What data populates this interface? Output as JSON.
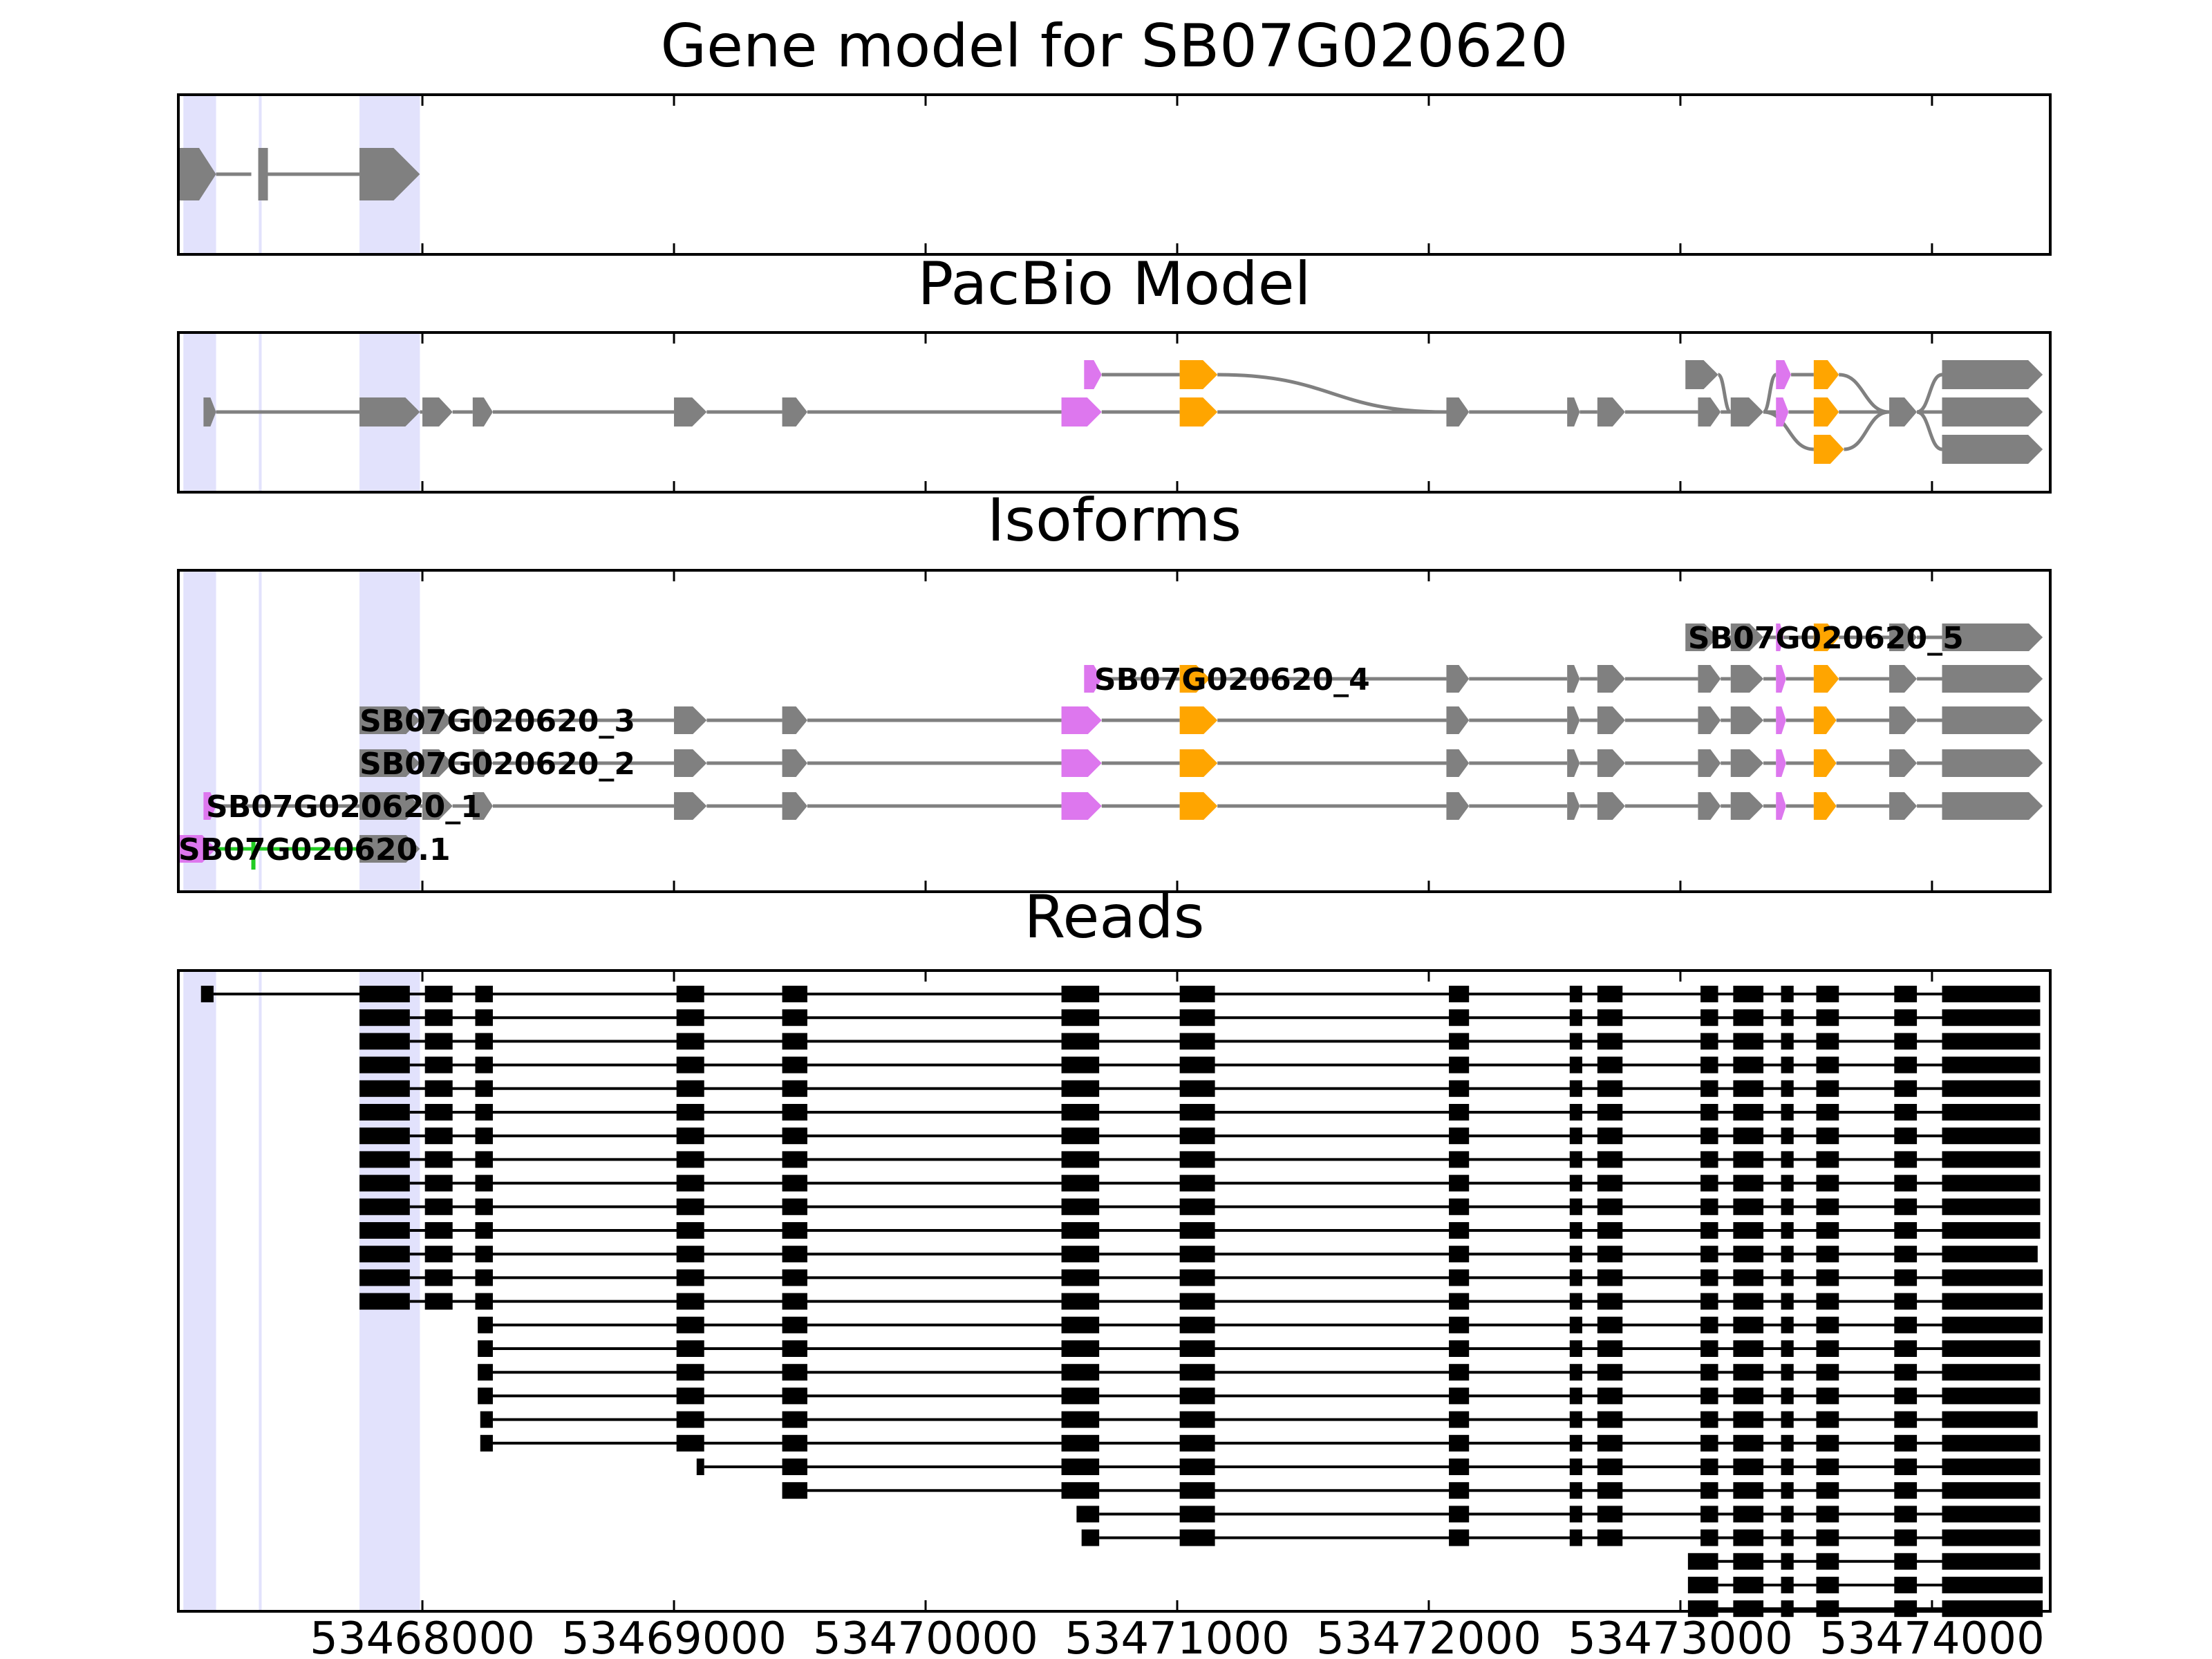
{
  "chart_data": {
    "type": "gene-structure",
    "x_axis": {
      "range": [
        53467030,
        53474470
      ],
      "ticks": [
        53468000,
        53469000,
        53470000,
        53471000,
        53472000,
        53473000,
        53474000
      ],
      "tick_labels": [
        "53468000",
        "53469000",
        "53470000",
        "53471000",
        "53472000",
        "53473000",
        "53474000"
      ]
    },
    "colors": {
      "exon": "#808080",
      "intron": "#808080",
      "alt_exon_pink": "#dd77ee",
      "alt_exon_orange": "#ffa500",
      "highlight": "#e2e2fc",
      "read": "#000000",
      "green": "#22cc22"
    },
    "highlights": [
      [
        53467050,
        53467180
      ],
      [
        53467350,
        53467360
      ],
      [
        53467750,
        53467990
      ]
    ],
    "panels": {
      "gene_model": {
        "title": "Gene model for SB07G020620",
        "exons": [
          [
            53467030,
            53467180
          ],
          [
            53467320,
            53467360
          ],
          [
            53467750,
            53467990
          ]
        ]
      },
      "pacbio": {
        "title": "PacBio Model",
        "exons": [
          {
            "s": 53467130,
            "e": 53467180,
            "row": 0
          },
          {
            "s": 53467750,
            "e": 53467990,
            "row": 0
          },
          {
            "s": 53468000,
            "e": 53468120,
            "row": 0
          },
          {
            "s": 53468200,
            "e": 53468280,
            "row": 0
          },
          {
            "s": 53469000,
            "e": 53469130,
            "row": 0
          },
          {
            "s": 53469430,
            "e": 53469530,
            "row": 0
          },
          {
            "s": 53470540,
            "e": 53470700,
            "row": 0,
            "c": "p"
          },
          {
            "s": 53470630,
            "e": 53470700,
            "row": -1,
            "c": "p"
          },
          {
            "s": 53471010,
            "e": 53471160,
            "row": -1,
            "c": "o"
          },
          {
            "s": 53471010,
            "e": 53471160,
            "row": 0,
            "c": "o"
          },
          {
            "s": 53472070,
            "e": 53472160,
            "row": 0
          },
          {
            "s": 53472550,
            "e": 53472600,
            "row": 0
          },
          {
            "s": 53472670,
            "e": 53472780,
            "row": 0
          },
          {
            "s": 53473020,
            "e": 53473150,
            "row": -1
          },
          {
            "s": 53473070,
            "e": 53473160,
            "row": 0
          },
          {
            "s": 53473200,
            "e": 53473330,
            "row": 0
          },
          {
            "s": 53473380,
            "e": 53473440,
            "row": -1,
            "c": "p"
          },
          {
            "s": 53473380,
            "e": 53473430,
            "row": 0,
            "c": "p"
          },
          {
            "s": 53473530,
            "e": 53473630,
            "row": -1,
            "c": "o"
          },
          {
            "s": 53473530,
            "e": 53473630,
            "row": 0,
            "c": "o"
          },
          {
            "s": 53473530,
            "e": 53473650,
            "row": 1,
            "c": "o"
          },
          {
            "s": 53473830,
            "e": 53473940,
            "row": 0
          },
          {
            "s": 53474040,
            "e": 53474440,
            "row": -1
          },
          {
            "s": 53474040,
            "e": 53474440,
            "row": 0
          },
          {
            "s": 53474040,
            "e": 53474440,
            "row": 1
          }
        ],
        "links": [
          [
            53467180,
            0,
            53467750,
            0
          ],
          [
            53467990,
            0,
            53468000,
            0
          ],
          [
            53468120,
            0,
            53468200,
            0
          ],
          [
            53468280,
            0,
            53469000,
            0
          ],
          [
            53469130,
            0,
            53469430,
            0
          ],
          [
            53469530,
            0,
            53470540,
            0
          ],
          [
            53470700,
            -1,
            53471010,
            -1
          ],
          [
            53470700,
            0,
            53471010,
            0
          ],
          [
            53471160,
            -1,
            53472070,
            0
          ],
          [
            53471160,
            0,
            53472070,
            0
          ],
          [
            53472160,
            0,
            53472550,
            0
          ],
          [
            53472600,
            0,
            53472670,
            0
          ],
          [
            53472780,
            0,
            53473070,
            0
          ],
          [
            53473150,
            -1,
            53473200,
            0
          ],
          [
            53473160,
            0,
            53473200,
            0
          ],
          [
            53473330,
            0,
            53473380,
            -1
          ],
          [
            53473330,
            0,
            53473380,
            0
          ],
          [
            53473330,
            0,
            53473530,
            1
          ],
          [
            53473440,
            -1,
            53473530,
            -1
          ],
          [
            53473430,
            0,
            53473530,
            0
          ],
          [
            53473630,
            -1,
            53473830,
            0
          ],
          [
            53473630,
            0,
            53473830,
            0
          ],
          [
            53473650,
            1,
            53473830,
            0
          ],
          [
            53473940,
            0,
            53474040,
            -1
          ],
          [
            53473940,
            0,
            53474040,
            0
          ],
          [
            53473940,
            0,
            53474040,
            1
          ]
        ]
      },
      "isoforms": {
        "title": "Isoforms",
        "labels": [
          "SB07G020620_5",
          "SB07G020620_4",
          "SB07G020620_3",
          "SB07G020620_2",
          "SB07G020620_1",
          "SB07G020620.1"
        ],
        "label_x": [
          53473030,
          53470670,
          53467750,
          53467750,
          53467140,
          53467030
        ],
        "tracks": [
          {
            "introns": "#808080",
            "exons": [
              [
                53473020,
                53473150,
                "g"
              ],
              [
                53473200,
                53473330,
                "g"
              ],
              [
                53473380,
                53473410,
                "p"
              ],
              [
                53473530,
                53473630,
                "o"
              ],
              [
                53473830,
                53473940,
                "g"
              ],
              [
                53474040,
                53474440,
                "g"
              ]
            ]
          },
          {
            "introns": "#808080",
            "exons": [
              [
                53470630,
                53470700,
                "p"
              ],
              [
                53471010,
                53471130,
                "o"
              ],
              [
                53472070,
                53472160,
                "g"
              ],
              [
                53472550,
                53472600,
                "g"
              ],
              [
                53472670,
                53472780,
                "g"
              ],
              [
                53473070,
                53473160,
                "g"
              ],
              [
                53473200,
                53473330,
                "g"
              ],
              [
                53473380,
                53473420,
                "p"
              ],
              [
                53473530,
                53473630,
                "o"
              ],
              [
                53473830,
                53473940,
                "g"
              ],
              [
                53474040,
                53474440,
                "g"
              ]
            ]
          },
          {
            "introns": "#808080",
            "exons": [
              [
                53467750,
                53467990,
                "g"
              ],
              [
                53468000,
                53468120,
                "g"
              ],
              [
                53468200,
                53468280,
                "g"
              ],
              [
                53469000,
                53469130,
                "g"
              ],
              [
                53469430,
                53469530,
                "g"
              ],
              [
                53470540,
                53470700,
                "p"
              ],
              [
                53471010,
                53471160,
                "o"
              ],
              [
                53472070,
                53472160,
                "g"
              ],
              [
                53472550,
                53472600,
                "g"
              ],
              [
                53472670,
                53472780,
                "g"
              ],
              [
                53473070,
                53473160,
                "g"
              ],
              [
                53473200,
                53473330,
                "g"
              ],
              [
                53473380,
                53473420,
                "p"
              ],
              [
                53473530,
                53473620,
                "o"
              ],
              [
                53473830,
                53473940,
                "g"
              ],
              [
                53474040,
                53474440,
                "g"
              ]
            ]
          },
          {
            "introns": "#808080",
            "exons": [
              [
                53467750,
                53467990,
                "g"
              ],
              [
                53468000,
                53468120,
                "g"
              ],
              [
                53468200,
                53468280,
                "g"
              ],
              [
                53469000,
                53469130,
                "g"
              ],
              [
                53469430,
                53469530,
                "g"
              ],
              [
                53470540,
                53470700,
                "p"
              ],
              [
                53471010,
                53471160,
                "o"
              ],
              [
                53472070,
                53472160,
                "g"
              ],
              [
                53472550,
                53472600,
                "g"
              ],
              [
                53472670,
                53472780,
                "g"
              ],
              [
                53473070,
                53473160,
                "g"
              ],
              [
                53473200,
                53473330,
                "g"
              ],
              [
                53473380,
                53473420,
                "p"
              ],
              [
                53473530,
                53473620,
                "o"
              ],
              [
                53473830,
                53473940,
                "g"
              ],
              [
                53474040,
                53474440,
                "g"
              ]
            ]
          },
          {
            "introns": "#808080",
            "exons": [
              [
                53467130,
                53467180,
                "p"
              ],
              [
                53467750,
                53467990,
                "g"
              ],
              [
                53468000,
                53468120,
                "g"
              ],
              [
                53468200,
                53468280,
                "g"
              ],
              [
                53469000,
                53469130,
                "g"
              ],
              [
                53469430,
                53469530,
                "g"
              ],
              [
                53470540,
                53470700,
                "p"
              ],
              [
                53471010,
                53471160,
                "o"
              ],
              [
                53472070,
                53472160,
                "g"
              ],
              [
                53472550,
                53472600,
                "g"
              ],
              [
                53472670,
                53472780,
                "g"
              ],
              [
                53473070,
                53473160,
                "g"
              ],
              [
                53473200,
                53473330,
                "g"
              ],
              [
                53473380,
                53473420,
                "p"
              ],
              [
                53473530,
                53473620,
                "o"
              ],
              [
                53473830,
                53473940,
                "g"
              ],
              [
                53474040,
                53474440,
                "g"
              ]
            ]
          },
          {
            "introns": "#22cc22",
            "exons": [
              [
                53467030,
                53467180,
                "p"
              ],
              [
                53467320,
                53467350,
                "n"
              ],
              [
                53467750,
                53467990,
                "g"
              ]
            ]
          }
        ]
      },
      "reads": {
        "title": "Reads",
        "exon_set": [
          [
            53467120,
            53467170
          ],
          [
            53467750,
            53467950
          ],
          [
            53468010,
            53468120
          ],
          [
            53468210,
            53468280
          ],
          [
            53469010,
            53469120
          ],
          [
            53469430,
            53469530
          ],
          [
            53470540,
            53470690
          ],
          [
            53471010,
            53471150
          ],
          [
            53472080,
            53472160
          ],
          [
            53472560,
            53472610
          ],
          [
            53472670,
            53472770
          ],
          [
            53473080,
            53473150
          ],
          [
            53473210,
            53473330
          ],
          [
            53473400,
            53473450
          ],
          [
            53473540,
            53473630
          ],
          [
            53473850,
            53473940
          ],
          [
            53474040,
            53474440
          ]
        ],
        "reads": [
          {
            "from": 0,
            "to": 16,
            "end": 53474430
          },
          {
            "from": 1,
            "to": 16,
            "end": 53474430
          },
          {
            "from": 1,
            "to": 16,
            "end": 53474430
          },
          {
            "from": 1,
            "to": 16,
            "end": 53474430
          },
          {
            "from": 1,
            "to": 16,
            "end": 53474430
          },
          {
            "from": 1,
            "to": 16,
            "end": 53474430
          },
          {
            "from": 1,
            "to": 16,
            "end": 53474430
          },
          {
            "from": 1,
            "to": 16,
            "end": 53474430
          },
          {
            "from": 1,
            "to": 16,
            "end": 53474430
          },
          {
            "from": 1,
            "to": 16,
            "end": 53474430
          },
          {
            "from": 1,
            "to": 16,
            "end": 53474430
          },
          {
            "from": 1,
            "to": 16,
            "end": 53474420
          },
          {
            "from": 1,
            "to": 16,
            "end": 53474440
          },
          {
            "from": 1,
            "to": 16,
            "end": 53474440
          },
          {
            "from": 3,
            "to": 16,
            "end": 53474440,
            "start": 53468220
          },
          {
            "from": 3,
            "to": 16,
            "end": 53474430,
            "start": 53468220
          },
          {
            "from": 3,
            "to": 16,
            "end": 53474430,
            "start": 53468220
          },
          {
            "from": 3,
            "to": 16,
            "end": 53474430,
            "start": 53468220
          },
          {
            "from": 3,
            "to": 16,
            "end": 53474420,
            "start": 53468230
          },
          {
            "from": 3,
            "to": 16,
            "end": 53474430,
            "start": 53468230
          },
          {
            "from": 4,
            "to": 16,
            "end": 53474430,
            "start": 53469090
          },
          {
            "from": 5,
            "to": 16,
            "end": 53474430
          },
          {
            "from": 6,
            "to": 16,
            "end": 53474430,
            "start": 53470600
          },
          {
            "from": 6,
            "to": 16,
            "end": 53474430,
            "start": 53470620
          },
          {
            "from": 11,
            "to": 16,
            "end": 53474430,
            "start": 53473030
          },
          {
            "from": 11,
            "to": 16,
            "end": 53474440,
            "start": 53473030
          },
          {
            "from": 11,
            "to": 16,
            "end": 53474440,
            "start": 53473030
          }
        ]
      }
    }
  }
}
